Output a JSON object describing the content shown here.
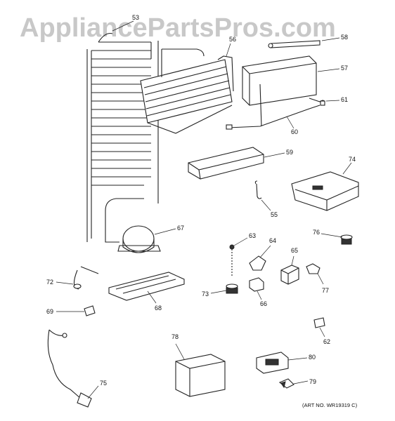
{
  "watermark": "AppliancePartsPros.com",
  "art_number": "(ART NO. WR19319 C)",
  "callouts": {
    "p53": "53",
    "p56": "56",
    "p58": "58",
    "p57": "57",
    "p61": "61",
    "p60": "60",
    "p59": "59",
    "p74": "74",
    "p55": "55",
    "p67": "67",
    "p63": "63",
    "p76": "76",
    "p64": "64",
    "p65": "65",
    "p72": "72",
    "p77": "77",
    "p73": "73",
    "p68": "68",
    "p66": "66",
    "p69": "69",
    "p62": "62",
    "p78": "78",
    "p80": "80",
    "p75": "75",
    "p79": "79"
  }
}
